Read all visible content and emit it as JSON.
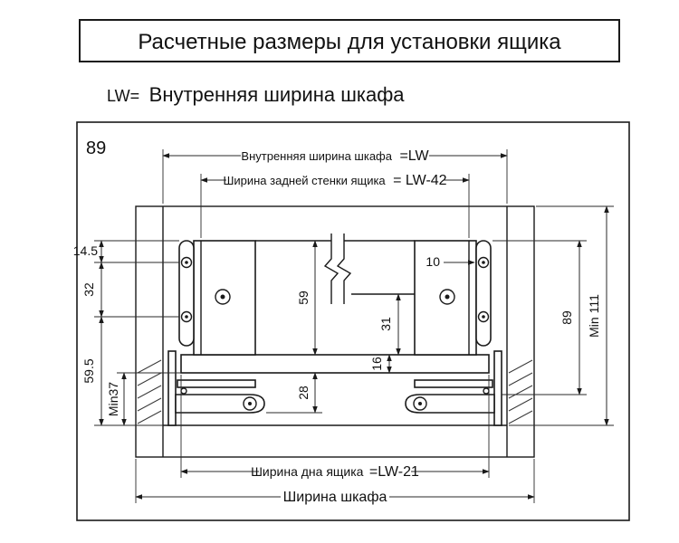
{
  "window": {
    "title": "Расчетные размеры для установки ящика"
  },
  "subtitle": {
    "prefix": "LW=",
    "label": "Внутренняя ширина шкафа"
  },
  "drawing": {
    "corner_label": "89",
    "dim_inner_width": {
      "label": "Внутренняя ширина шкафа",
      "value": "=LW"
    },
    "dim_back_width": {
      "label": "Ширина задней стенки ящика",
      "value": "= LW-42"
    },
    "dim_bottom_width": {
      "label": "Ширина дна ящика",
      "value": "=LW-21"
    },
    "dim_cabinet_width": {
      "label": "Ширина шкафа"
    },
    "dim_14_5": "14.5",
    "dim_32": "32",
    "dim_59_5": "59.5",
    "dim_min37": "Min37",
    "dim_59": "59",
    "dim_28": "28",
    "dim_10": "10",
    "dim_31": "31",
    "dim_16": "16",
    "dim_89": "89",
    "dim_min111": "Min 111"
  },
  "colors": {
    "line": "#1a1a1a",
    "background": "#ffffff"
  }
}
